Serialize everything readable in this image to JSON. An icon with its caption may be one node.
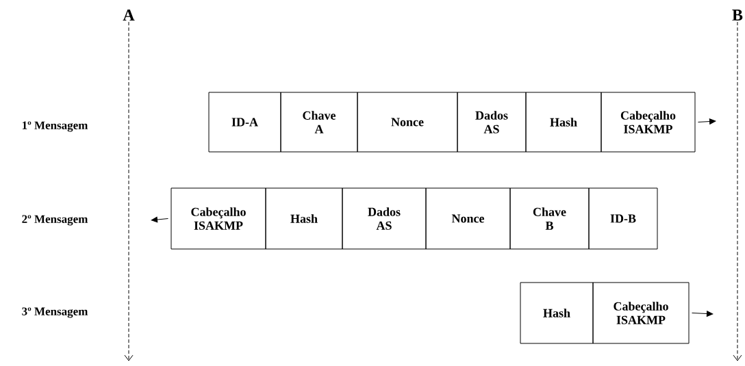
{
  "diagram": {
    "nodes": [
      {
        "text": [
          "A"
        ]
      },
      {
        "text": [
          "B"
        ]
      },
      {
        "text": [
          "ID-A"
        ]
      },
      {
        "text": [
          "Chave A"
        ]
      },
      {
        "text": [
          "Nonce"
        ]
      },
      {
        "text": [
          "Dados AS"
        ]
      },
      {
        "text": [
          "Hash"
        ]
      },
      {
        "text": [
          "Cabeçalho ISAKMP"
        ]
      },
      {
        "text": [
          "Cabeçalho ISAKMP"
        ]
      },
      {
        "text": [
          "Hash"
        ]
      },
      {
        "text": [
          "Dados AS"
        ]
      },
      {
        "text": [
          "Nonce"
        ]
      },
      {
        "text": [
          "Chave B"
        ]
      },
      {
        "text": [
          "ID-B"
        ]
      },
      {
        "text": [
          "Hash"
        ]
      },
      {
        "text": [
          "Cabeçalho ISAKMP"
        ]
      }
    ],
    "edges": [
      {
        "from": 0,
        "to": null,
        "arrow": "to",
        "style": "dashed"
      },
      {
        "from": 1,
        "to": null,
        "arrow": "to",
        "style": "dashed"
      },
      {
        "from": 7,
        "to": null,
        "arrow": "to"
      },
      {
        "from": 8,
        "to": null,
        "arrow": "to"
      },
      {
        "from": 15,
        "to": null,
        "arrow": "to"
      }
    ],
    "labels": [
      "1º Mensagem",
      "2º Mensagem",
      "3º Mensagem"
    ]
  }
}
